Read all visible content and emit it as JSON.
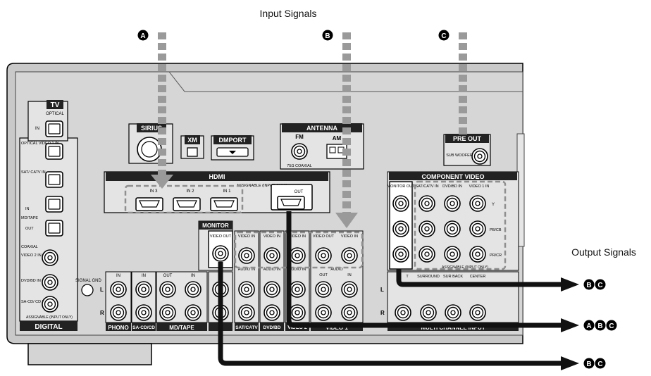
{
  "captions": {
    "input_signals": "Input Signals",
    "output_signals": "Output Signals"
  },
  "markers": {
    "a": "A",
    "b": "B",
    "c": "C"
  },
  "output_labels": {
    "out1": [
      "B",
      "C"
    ],
    "out2": [
      "A",
      "B",
      "C"
    ],
    "out3": [
      "B",
      "C"
    ]
  },
  "digital": {
    "tv": "TV",
    "optical": "OPTICAL",
    "in": "IN",
    "optical_video1": "OPTICAL VIDEO 1 IN",
    "sat_catv": "SAT/ CATV IN",
    "md_in": "IN",
    "md_tape": "MD/TAPE",
    "md_out": "OUT",
    "coaxial": "COAXIAL",
    "video2": "VIDEO 2 IN",
    "dvd_bd": "DVD/BD IN",
    "sacd": "SA-CD/ CD IN",
    "assignable": "ASSIGNABLE (INPUT ONLY)",
    "label": "DIGITAL"
  },
  "top_row": {
    "sirius": "SIRIUS",
    "xm": "XM",
    "dmport": "DMPORT",
    "antenna": "ANTENNA",
    "fm": "FM",
    "am": "AM",
    "coaxial_75": "75Ω COAXIAL",
    "pre_out": "PRE OUT",
    "sub_woofer": "SUB WOOFER"
  },
  "hdmi": {
    "label": "HDMI",
    "in3": "IN 3",
    "in2": "IN 2",
    "in1": "IN 1",
    "assignable": "ASSIGNABLE (INPUT ONLY)",
    "out": "OUT"
  },
  "analog": {
    "signal_gnd": "SIGNAL GND",
    "l": "L",
    "r": "R",
    "phono": "PHONO",
    "phono_in": "IN",
    "sacd_cd": "SA-CD/CD",
    "sacd_in": "IN",
    "md_tape": "MD/TAPE",
    "md_out": "OUT",
    "md_in": "IN",
    "monitor": "MONITOR",
    "video_out": "VIDEO OUT",
    "video_in": "VIDEO IN",
    "audio_in": "AUDIO IN",
    "audio": "AUDIO",
    "out": "OUT",
    "in": "IN",
    "sat_catv": "SAT/CATV",
    "dvd_bd": "DVD/BD",
    "video2": "VIDEO 2",
    "video1": "VIDEO 1"
  },
  "component": {
    "label": "COMPONENT VIDEO",
    "monitor_out": "MONITOR OUT",
    "sat_catv_in": "SAT/CATV IN",
    "dvd_bd_in": "DVD/BD IN",
    "video1_in": "VIDEO 1 IN",
    "y": "Y",
    "pb_cb": "PB/CB",
    "pr_cr": "PR/CR",
    "assignable": "ASSIGNABLE (INPUT ONLY)"
  },
  "multichannel": {
    "label": "MULTI CHANNEL INPUT",
    "front": "T",
    "surround": "SURROUND",
    "sur_back": "SUR BACK",
    "center": "CENTER",
    "l": "L",
    "r": "R"
  },
  "colors": {
    "panel": "#d4d4d4",
    "dark_strip": "#222222",
    "signal_dark": "#111111",
    "signal_gray": "#9a9a9a"
  }
}
